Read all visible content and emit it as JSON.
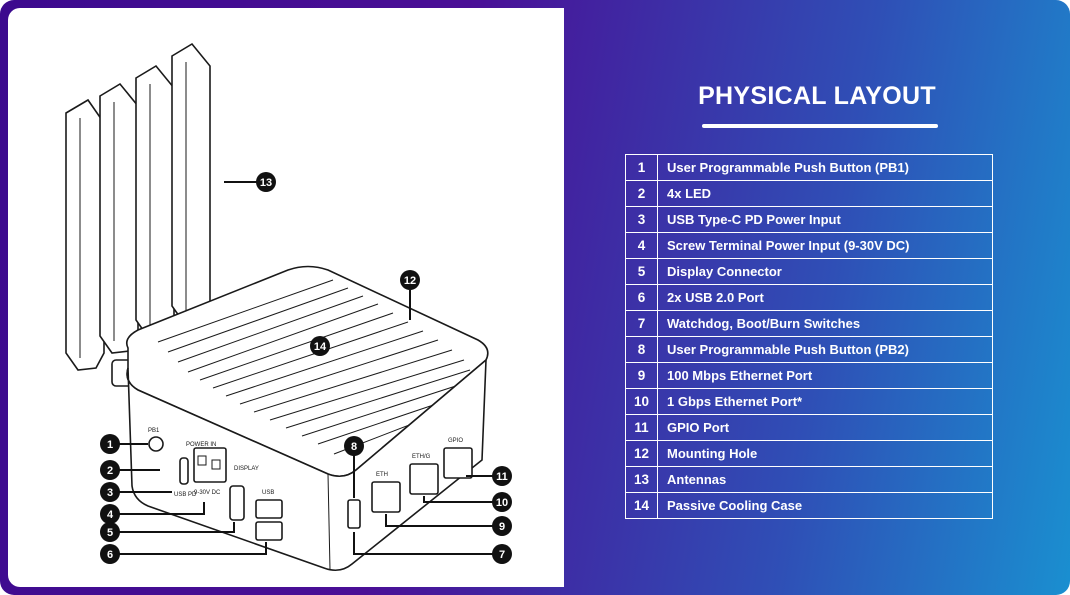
{
  "title": "PHYSICAL LAYOUT",
  "components": [
    {
      "num": "1",
      "label": "User Programmable Push Button (PB1)"
    },
    {
      "num": "2",
      "label": "4x LED"
    },
    {
      "num": "3",
      "label": "USB Type-C PD Power Input"
    },
    {
      "num": "4",
      "label": "Screw Terminal Power Input (9-30V DC)"
    },
    {
      "num": "5",
      "label": "Display Connector"
    },
    {
      "num": "6",
      "label": "2x USB 2.0 Port"
    },
    {
      "num": "7",
      "label": "Watchdog, Boot/Burn Switches"
    },
    {
      "num": "8",
      "label": "User Programmable Push Button (PB2)"
    },
    {
      "num": "9",
      "label": "100 Mbps Ethernet Port"
    },
    {
      "num": "10",
      "label": "1 Gbps Ethernet Port*"
    },
    {
      "num": "11",
      "label": "GPIO Port"
    },
    {
      "num": "12",
      "label": "Mounting Hole"
    },
    {
      "num": "13",
      "label": "Antennas"
    },
    {
      "num": "14",
      "label": "Passive Cooling Case"
    }
  ],
  "port_labels": {
    "pb1": "PB1",
    "power_in": "POWER IN",
    "usb_pd": "USB PD",
    "dc_range": "9-30V DC",
    "display": "DISPLAY",
    "usb": "USB",
    "eth": "ETH",
    "eth_g": "ETH/G",
    "gpio": "GPIO"
  },
  "colors": {
    "gradient_start": "#3c0a8e",
    "gradient_end": "#1a8fd0",
    "text": "#ffffff",
    "callout": "#111111"
  }
}
